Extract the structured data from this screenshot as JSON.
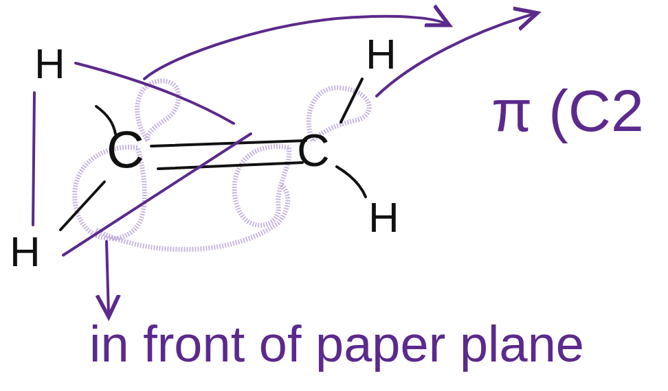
{
  "diagram": {
    "labels": [
      "H",
      "H",
      "C",
      "C",
      "H",
      "H",
      "π (C2",
      "in front of paper plane"
    ]
  }
}
